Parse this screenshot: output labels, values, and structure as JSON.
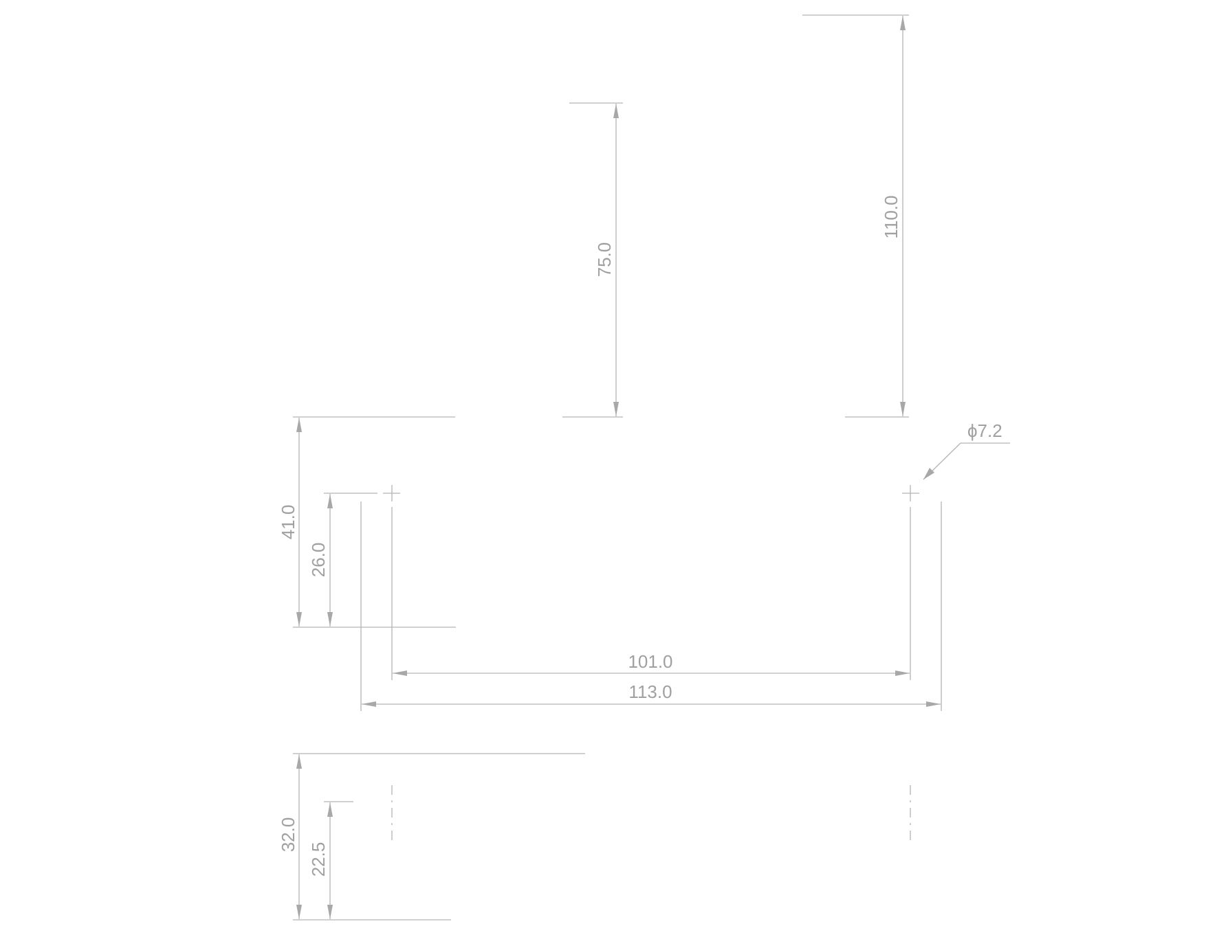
{
  "dimensions": {
    "d75": "75.0",
    "d110": "110.0",
    "d41": "41.0",
    "d26": "26.0",
    "d101": "101.0",
    "d113": "113.0",
    "d32": "32.0",
    "d22_5": "22.5",
    "diameter": "ϕ7.2"
  },
  "colors": {
    "line": "#b4b4b4",
    "text": "#a0a0a0",
    "background": "#ffffff"
  }
}
